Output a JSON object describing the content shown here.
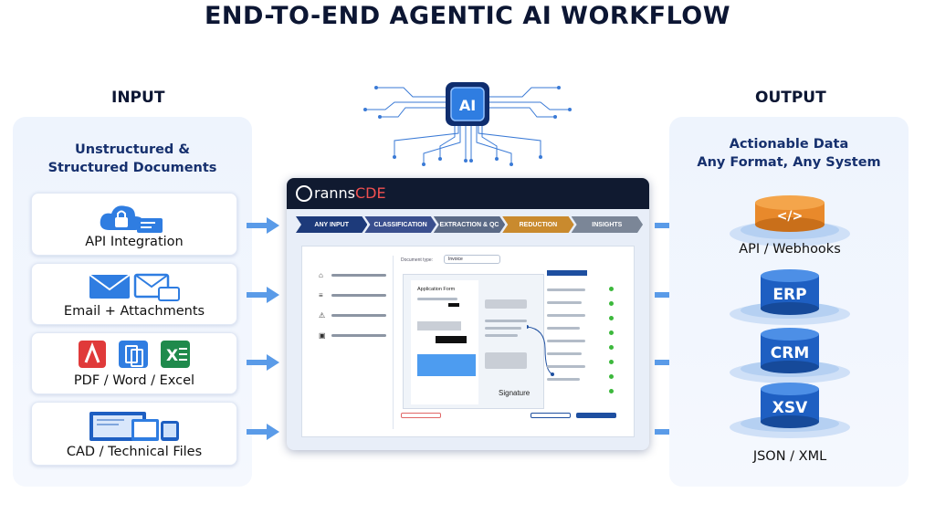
{
  "title": "END-TO-END AGENTIC AI WORKFLOW",
  "input": {
    "heading": "INPUT",
    "panel_title_line1": "Unstructured &",
    "panel_title_line2": "Structured Documents",
    "cards": [
      {
        "label": "API Integration",
        "icon": "cloud-lock-icon"
      },
      {
        "label": "Email + Attachments",
        "icon": "envelope-icon"
      },
      {
        "label": "PDF / Word / Excel",
        "icon": "office-files-icon"
      },
      {
        "label": "CAD / Technical Files",
        "icon": "devices-icon"
      }
    ]
  },
  "center": {
    "chip_label": "AI",
    "brand_prefix": "ranns",
    "brand_suffix": "CDE",
    "steps": [
      "ANY INPUT",
      "CLASSIFICATION",
      "EXTRACTION & QC",
      "REDUCTION",
      "INSIGHTS"
    ],
    "step_colors": [
      "#1d3a7a",
      "#3a4f8e",
      "#5b6a86",
      "#c98a2e",
      "#7b8697"
    ],
    "doc_type_label": "Document type:",
    "doc_type_value": "Invoice",
    "doc_title": "Application Form",
    "signature_label": "Signature"
  },
  "output": {
    "heading": "OUTPUT",
    "panel_title_line1": "Actionable Data",
    "panel_title_line2": "Any Format, Any System",
    "items": [
      {
        "badge": "</>",
        "label": "API / Webhooks",
        "color": "#e8892b"
      },
      {
        "badge": "ERP",
        "label": "",
        "color": "#1e5fc2"
      },
      {
        "badge": "CRM",
        "label": "",
        "color": "#1e5fc2"
      },
      {
        "badge": "XSV",
        "label": "JSON / XML",
        "color": "#1e5fc2"
      }
    ]
  },
  "colors": {
    "accent_blue": "#2f7de1",
    "navy": "#0c1633",
    "arrow": "#5a9be8"
  }
}
